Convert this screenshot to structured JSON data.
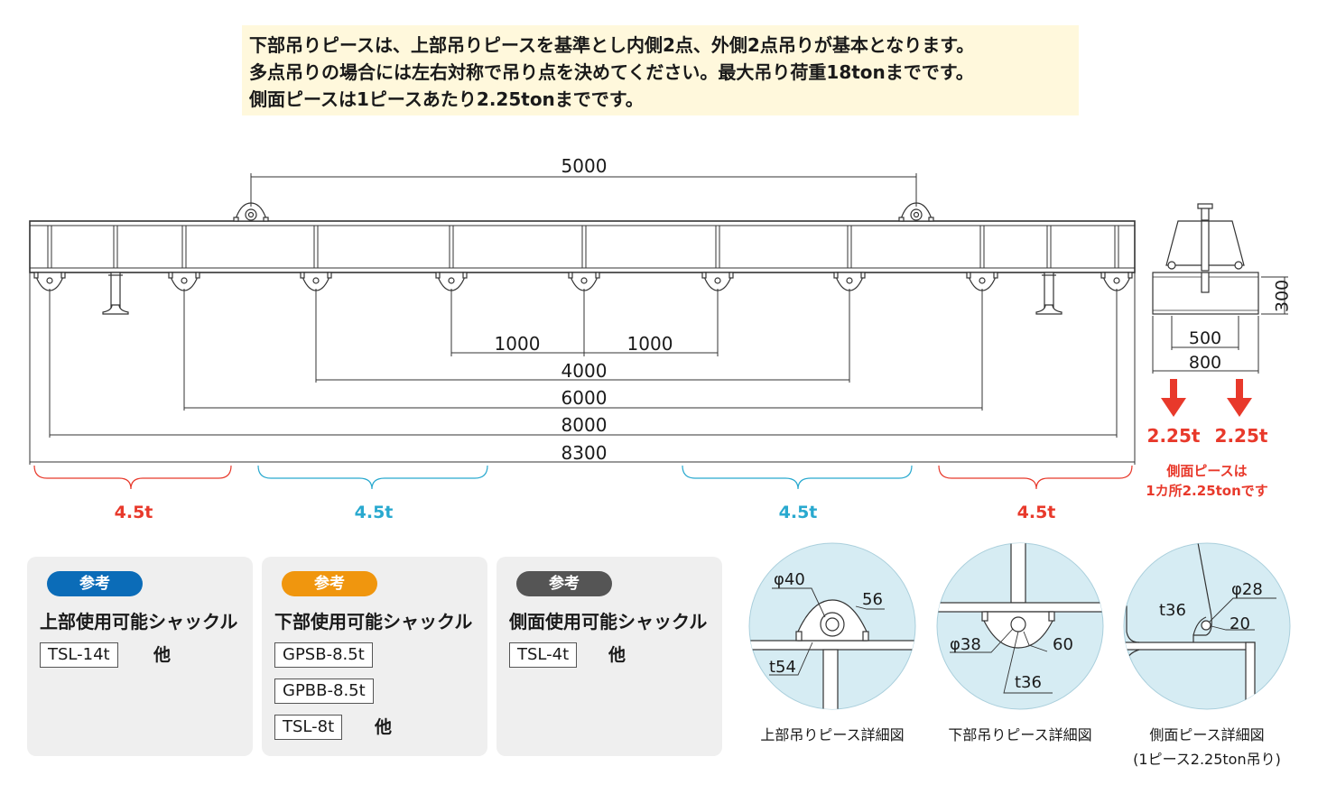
{
  "note": {
    "line1": "下部吊りピースは、上部吊りピースを基準とし内側2点、外側2点吊りが基本となります。",
    "line2": "多点吊りの場合には左右対称で吊り点を決めてください。最大吊り荷重18tonまでです。",
    "line3": "側面ピースは1ピースあたり2.25tonまでです。"
  },
  "dims": {
    "top": "5000",
    "d1000a": "1000",
    "d1000b": "1000",
    "d4000": "4000",
    "d6000": "6000",
    "d8000": "8000",
    "d8300": "8300",
    "side_h": "300",
    "side_500": "500",
    "side_800": "800"
  },
  "loads": {
    "left_outer": "4.5t",
    "left_inner": "4.5t",
    "right_inner": "4.5t",
    "right_outer": "4.5t",
    "side_left": "2.25t",
    "side_right": "2.25t",
    "side_note1": "側面ピースは",
    "side_note2": "1カ所2.25tonです"
  },
  "colors": {
    "red": "#e8392b",
    "blue": "#29a9cf",
    "badge_blue": "#0b6cb8",
    "badge_orange": "#f0960e",
    "badge_gray": "#555555",
    "note_bg": "#fff8dc",
    "detail_bg": "#d6ecf3"
  },
  "cards": [
    {
      "badge": "参考",
      "title": "上部使用可能シャックル",
      "models": [
        "TSL-14t"
      ],
      "other": "他"
    },
    {
      "badge": "参考",
      "title": "下部使用可能シャックル",
      "models": [
        "GPSB-8.5t",
        "GPBB-8.5t",
        "TSL-8t"
      ],
      "other": "他"
    },
    {
      "badge": "参考",
      "title": "側面使用可能シャックル",
      "models": [
        "TSL-4t"
      ],
      "other": "他"
    }
  ],
  "details": {
    "upper": {
      "phi": "φ40",
      "w": "56",
      "t": "t54",
      "caption": "上部吊りピース詳細図"
    },
    "lower": {
      "phi": "φ38",
      "w": "60",
      "t": "t36",
      "caption": "下部吊りピース詳細図"
    },
    "side": {
      "phi": "φ28",
      "w": "20",
      "t": "t36",
      "caption1": "側面ピース詳細図",
      "caption2": "(1ピース2.25ton吊り)"
    }
  }
}
